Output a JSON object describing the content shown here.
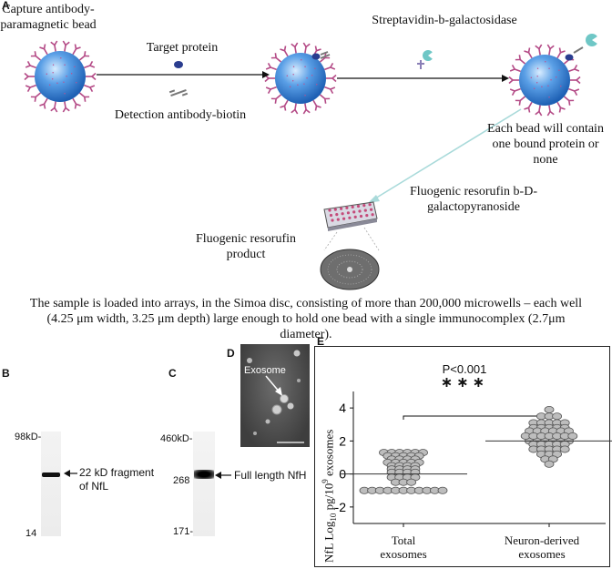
{
  "panel_a": {
    "label": "A",
    "capture_bead_label": "Capture antibody-\nparamagnetic bead",
    "target_protein": "Target protein",
    "detection_antibody": "Detection antibody-biotin",
    "streptavidin": "Streptavidin-b-galactosidase",
    "each_bead": "Each bead will contain\none bound protein or\nnone",
    "fluogenic_substrate": "Fluogenic resorufin b-D-\ngalactopyranoside",
    "fluogenic_product": "Fluogenic resorufin\nproduct",
    "caption": "The sample is loaded into arrays, in the Simoa disc, consisting of more than 200,000 microwells – each well (4.25 μm width, 3.25 μm depth) large enough to hold one bead with a single immunocomplex (2.7μm diameter).",
    "colors": {
      "bead": "#4a8fd8",
      "bead_highlight": "#bfe0ff",
      "antibody": "#c0508e",
      "arrow_teal": "#aadbdb"
    }
  },
  "panel_b": {
    "label": "B",
    "marker_top": "98kD-",
    "marker_bottom": "14",
    "band_label": "22 kD fragment\nof NfL"
  },
  "panel_c": {
    "label": "C",
    "marker_top": "460kD-",
    "marker_mid": "268",
    "marker_bottom": "171-",
    "band_label": "Full length NfH"
  },
  "panel_d": {
    "label": "D",
    "exosome_label": "Exosome"
  },
  "panel_e": {
    "label": "E",
    "pvalue": "P<0.001",
    "stars": "∗∗∗"
  },
  "chart_data": {
    "type": "scatter",
    "title": "",
    "xlabel": "",
    "ylabel": "NfL Log10 pg/10⁹ exosomes",
    "ylim": [
      -3,
      5
    ],
    "yticks": [
      -2,
      0,
      2,
      4
    ],
    "categories": [
      "Total\nexosomes",
      "Neuron-derived\nexosomes"
    ],
    "series": [
      {
        "values": [
          1.3,
          1.3,
          1.3,
          1.3,
          1.3,
          1.3,
          1.1,
          1.1,
          1.1,
          1.1,
          1.1,
          0.9,
          0.9,
          0.9,
          0.9,
          0.7,
          0.7,
          0.7,
          0.7,
          0.7,
          0.5,
          0.5,
          0.5,
          0.5,
          0.3,
          0.3,
          0.3,
          0.3,
          0.1,
          0.1,
          0.1,
          0.1,
          -0.2,
          -0.2,
          -0.2,
          -0.2,
          -0.5,
          -0.5,
          -0.5,
          -1.0,
          -1.0,
          -1.0,
          -1.0,
          -1.0,
          -1.0,
          -1.0,
          -1.0,
          -1.0,
          -1.0,
          -1.0
        ],
        "median": 0.0
      },
      {
        "values": [
          3.9,
          3.5,
          3.5,
          3.5,
          3.1,
          3.1,
          3.1,
          3.1,
          3.1,
          2.8,
          2.8,
          2.8,
          2.8,
          2.8,
          2.6,
          2.6,
          2.6,
          2.6,
          2.6,
          2.6,
          2.3,
          2.3,
          2.3,
          2.3,
          2.3,
          2.3,
          2.3,
          2.0,
          2.0,
          2.0,
          2.0,
          2.0,
          2.0,
          1.8,
          1.8,
          1.8,
          1.8,
          1.8,
          1.5,
          1.5,
          1.5,
          1.5,
          1.5,
          1.2,
          1.2,
          1.2,
          0.9,
          0.9,
          0.6
        ],
        "median": 2.0
      }
    ]
  }
}
